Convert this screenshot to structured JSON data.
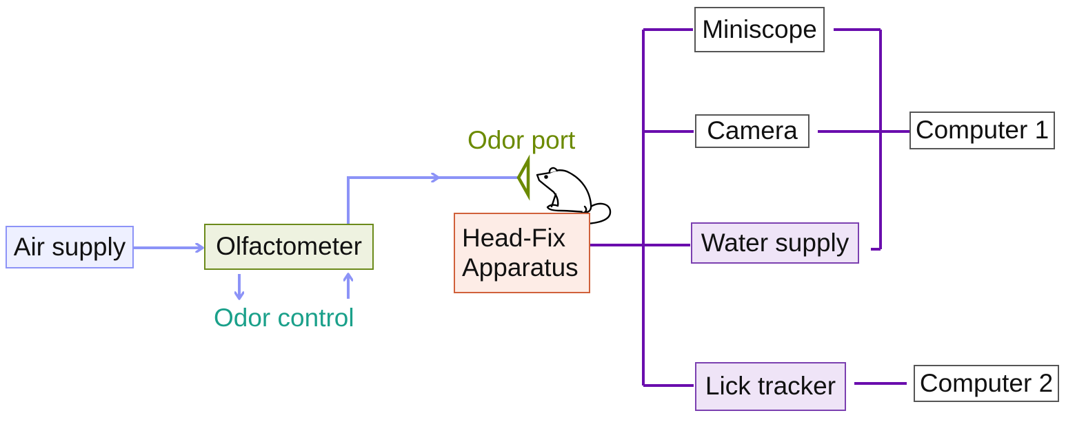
{
  "colors": {
    "air_flow": "#8c93f7",
    "signal": "#6a0dad",
    "odor_port": "#6b8a00",
    "odor_control": "#1aa08a",
    "air_supply_fill": "#eef0ff",
    "olfactometer_fill": "#eef2e0",
    "olfactometer_border": "#6b8a1a",
    "headfix_fill": "#fdece6",
    "headfix_border": "#d0603a",
    "purple_box_fill": "#efe4f7",
    "purple_box_border": "#7b3fb0"
  },
  "icons": [
    "mouse-icon",
    "odor-port-icon"
  ],
  "nodes": {
    "air_supply": "Air supply",
    "olfactometer": "Olfactometer",
    "odor_control": "Odor control",
    "odor_port": "Odor port",
    "head_fix": "Head-Fix\nApparatus",
    "miniscope": "Miniscope",
    "camera": "Camera",
    "water_supply": "Water supply",
    "lick_tracker": "Lick tracker",
    "computer_1": "Computer 1",
    "computer_2": "Computer 2"
  }
}
